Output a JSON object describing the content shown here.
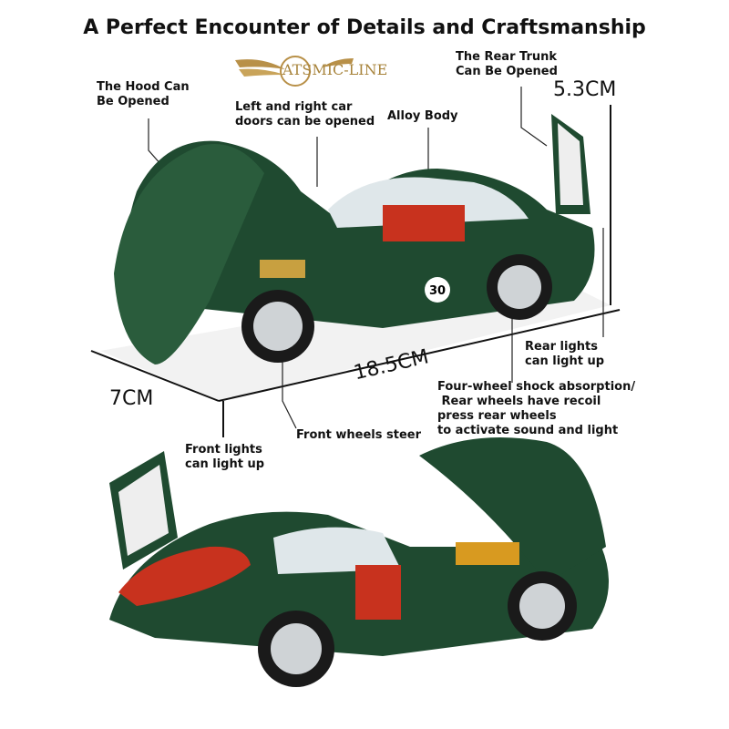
{
  "title": "A Perfect Encounter of Details and Craftsmanship",
  "logo": {
    "text": "ATSMIC-LINE",
    "color": "#a8843c"
  },
  "labels": {
    "hood": "The Hood Can\nBe Opened",
    "doors": "Left and right car\ndoors can be opened",
    "alloy": "Alloy Body",
    "trunk": "The Rear Trunk\nCan Be Opened",
    "rear_lights": "Rear lights\ncan light up",
    "shock": "Four-wheel shock absorption/\n Rear wheels have recoil\npress rear wheels\nto activate sound and light",
    "front_wheels": "Front wheels steer",
    "front_lights": "Front lights\ncan light up"
  },
  "dimensions": {
    "height": "5.3CM",
    "length": "18.5CM",
    "width": "7CM"
  },
  "car": {
    "number": "30",
    "body_color": "#1f4a30",
    "interior_color": "#c8321e"
  }
}
